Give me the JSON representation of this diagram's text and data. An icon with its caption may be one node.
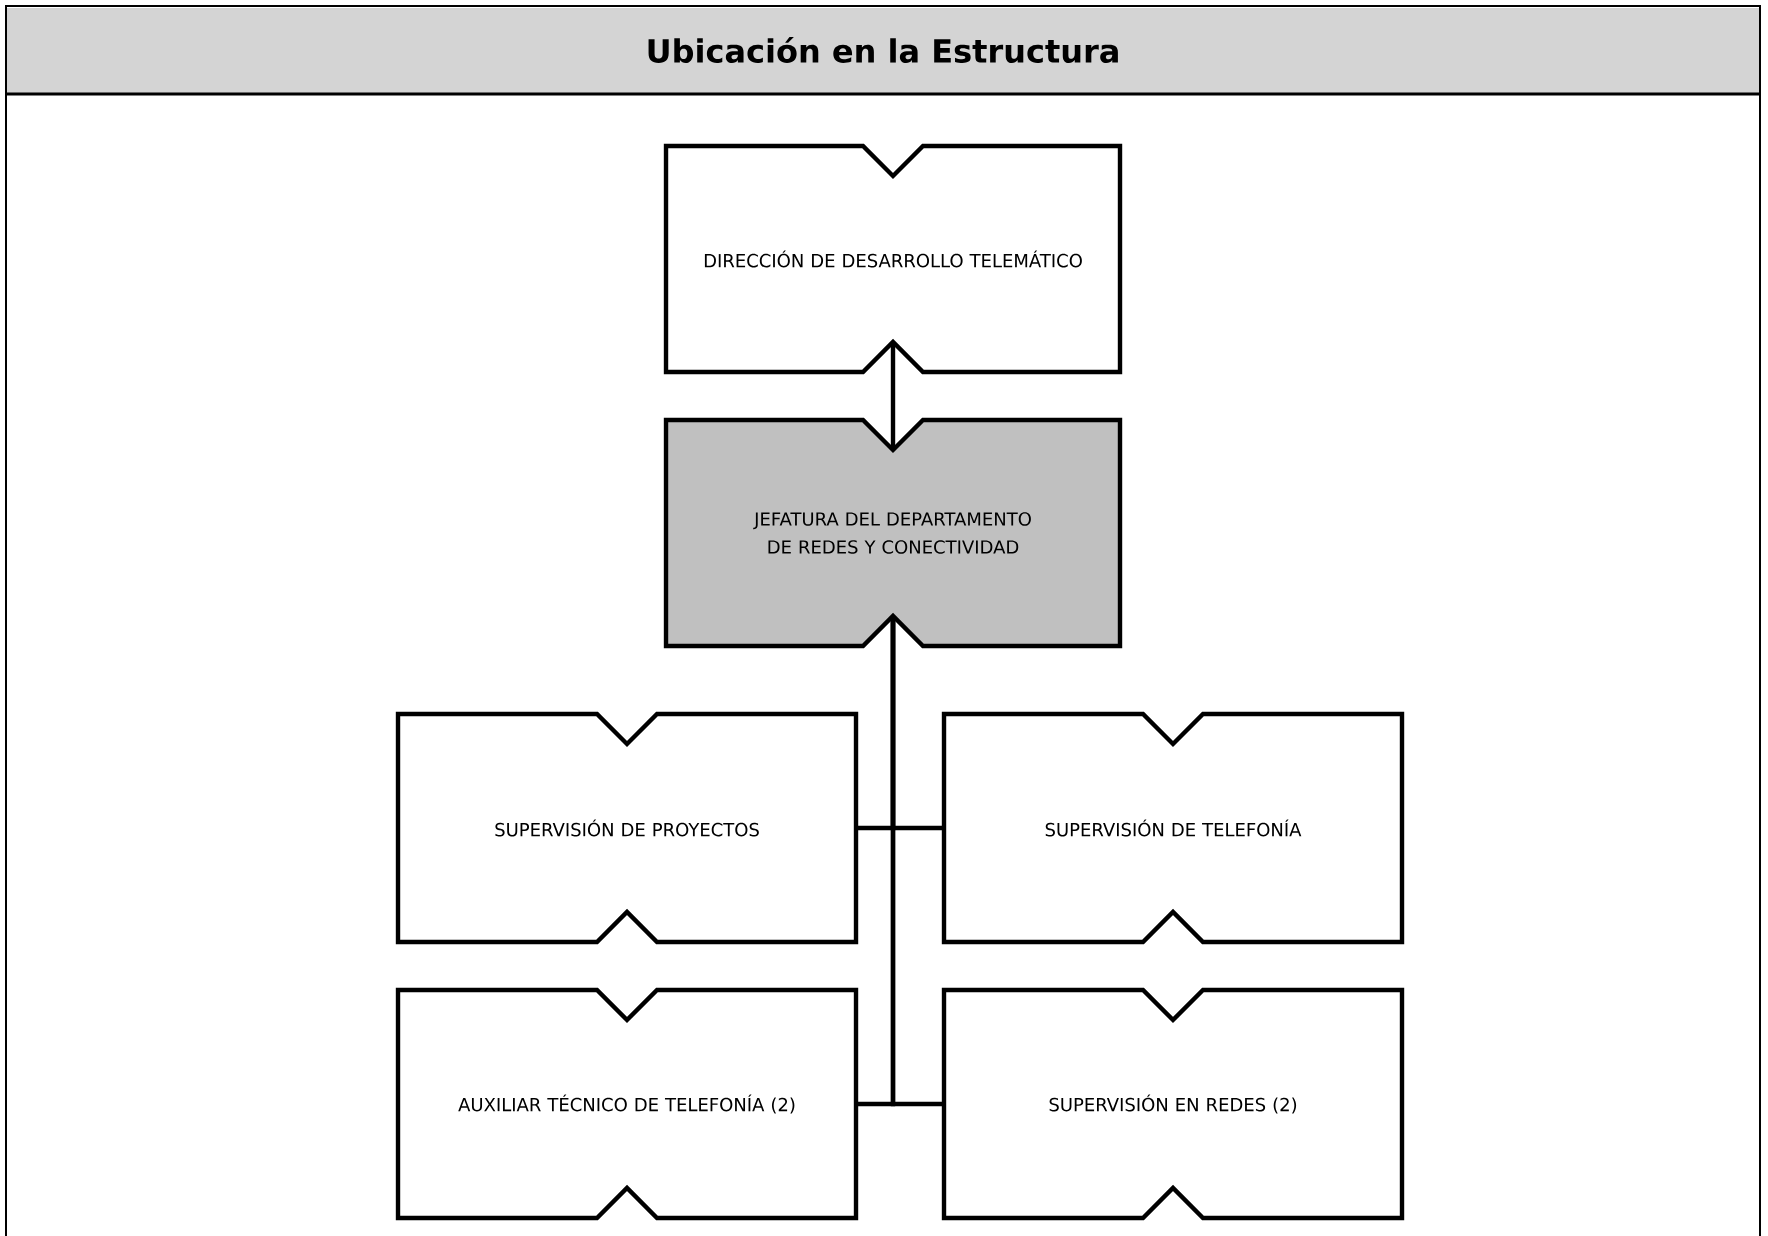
{
  "diagram": {
    "title": "Ubicación en la Estructura",
    "nodes": [
      {
        "text": [
          "DIRECCIÓN DE DESARROLLO TELEMÁTICO"
        ]
      },
      {
        "text": [
          "JEFATURA DEL DEPARTAMENTO DE REDES Y CONECTIVIDAD"
        ]
      },
      {
        "text": [
          "SUPERVISIÓN DE PROYECTOS"
        ]
      },
      {
        "text": [
          "SUPERVISIÓN DE TELEFONÍA"
        ]
      },
      {
        "text": [
          "AUXILIAR TÉCNICO DE TELEFONÍA (2)"
        ]
      },
      {
        "text": [
          "SUPERVISIÓN EN REDES (2)"
        ]
      }
    ],
    "edges": [
      {
        "from": 0,
        "to": 1,
        "arrow": "none"
      },
      {
        "from": 1,
        "to": 2,
        "arrow": "none"
      },
      {
        "from": 1,
        "to": 3,
        "arrow": "none"
      },
      {
        "from": 1,
        "to": 4,
        "arrow": "none"
      },
      {
        "from": 1,
        "to": 5,
        "arrow": "none"
      }
    ]
  }
}
